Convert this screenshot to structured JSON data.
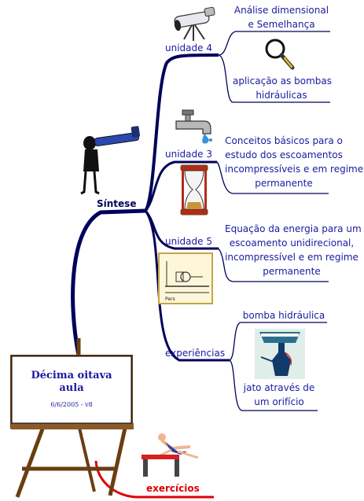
{
  "colors": {
    "branch": "#00005a",
    "text": "#1a1aa0",
    "exercise": "#e00000",
    "easel_wood": "#6b3d12"
  },
  "icons": [
    "telescope-icon",
    "magnifier-icon",
    "faucet-icon",
    "hourglass-icon",
    "pump-diagram-icon",
    "lab-apparatus-icon",
    "person-telescope-icon",
    "easel-icon",
    "hurdler-icon"
  ],
  "central": {
    "title_line1": "Décima oitava",
    "title_line2": "aula",
    "date": "6/6/2005 - v8"
  },
  "synthesis": {
    "label": "Síntese"
  },
  "branches": {
    "unidade4": {
      "label": "unidade 4",
      "topic1_line1": "Análise dimensional",
      "topic1_line2": "e Semelhança",
      "topic2_line1": "aplicação as bombas",
      "topic2_line2": "hidráulicas"
    },
    "unidade3": {
      "label": "unidade 3",
      "topic_line1": "Conceitos básicos para o",
      "topic_line2": "estudo dos escoamentos",
      "topic_line3": "incompressíveis e em regime",
      "topic_line4": "permanente"
    },
    "unidade5": {
      "label": "unidade 5",
      "topic_line1": "Equação da energia para um",
      "topic_line2": "escoamento unidirecional,",
      "topic_line3": "incompressível e em regime",
      "topic_line4": "permanente",
      "diagram_caption": "Pers"
    },
    "experiencias": {
      "label": "experiências",
      "topic1": "bomba hidráulica",
      "topic2_line1": "jato através de",
      "topic2_line2": "um orifício"
    }
  },
  "exercises": {
    "label": "exercícios"
  }
}
